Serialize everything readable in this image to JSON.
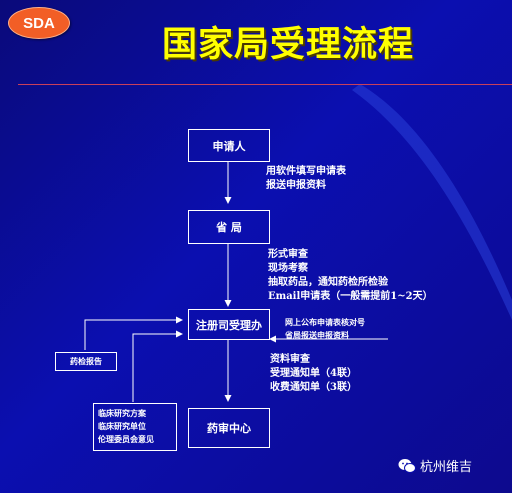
{
  "logo": "SDA",
  "title": "国家局受理流程",
  "boxes": {
    "applicant": "申请人",
    "provincial": "省 局",
    "registration": "注册司受理办",
    "review_center": "药审中心",
    "drug_test_report": "药检报告"
  },
  "notes": {
    "step1": [
      "用软件填写申请表",
      "报送申报资料"
    ],
    "step2": [
      "形式审查",
      "现场考察",
      "抽取药品，通知药检所检验",
      "Email申请表（一般需提前1~2天）"
    ],
    "online": [
      "网上公布申请表核对号",
      "省局报送申报资料"
    ],
    "step3": [
      "资料审查",
      "受理通知单（4联）",
      "收费通知单（3联）"
    ],
    "clinical": [
      "临床研究方案",
      "临床研究单位",
      "伦理委员会意见"
    ]
  },
  "watermark": "杭州维吉",
  "colors": {
    "background": "#0b0fb0",
    "title": "#ffff00",
    "logo": "#f25e26",
    "rule": "#c8405a"
  }
}
